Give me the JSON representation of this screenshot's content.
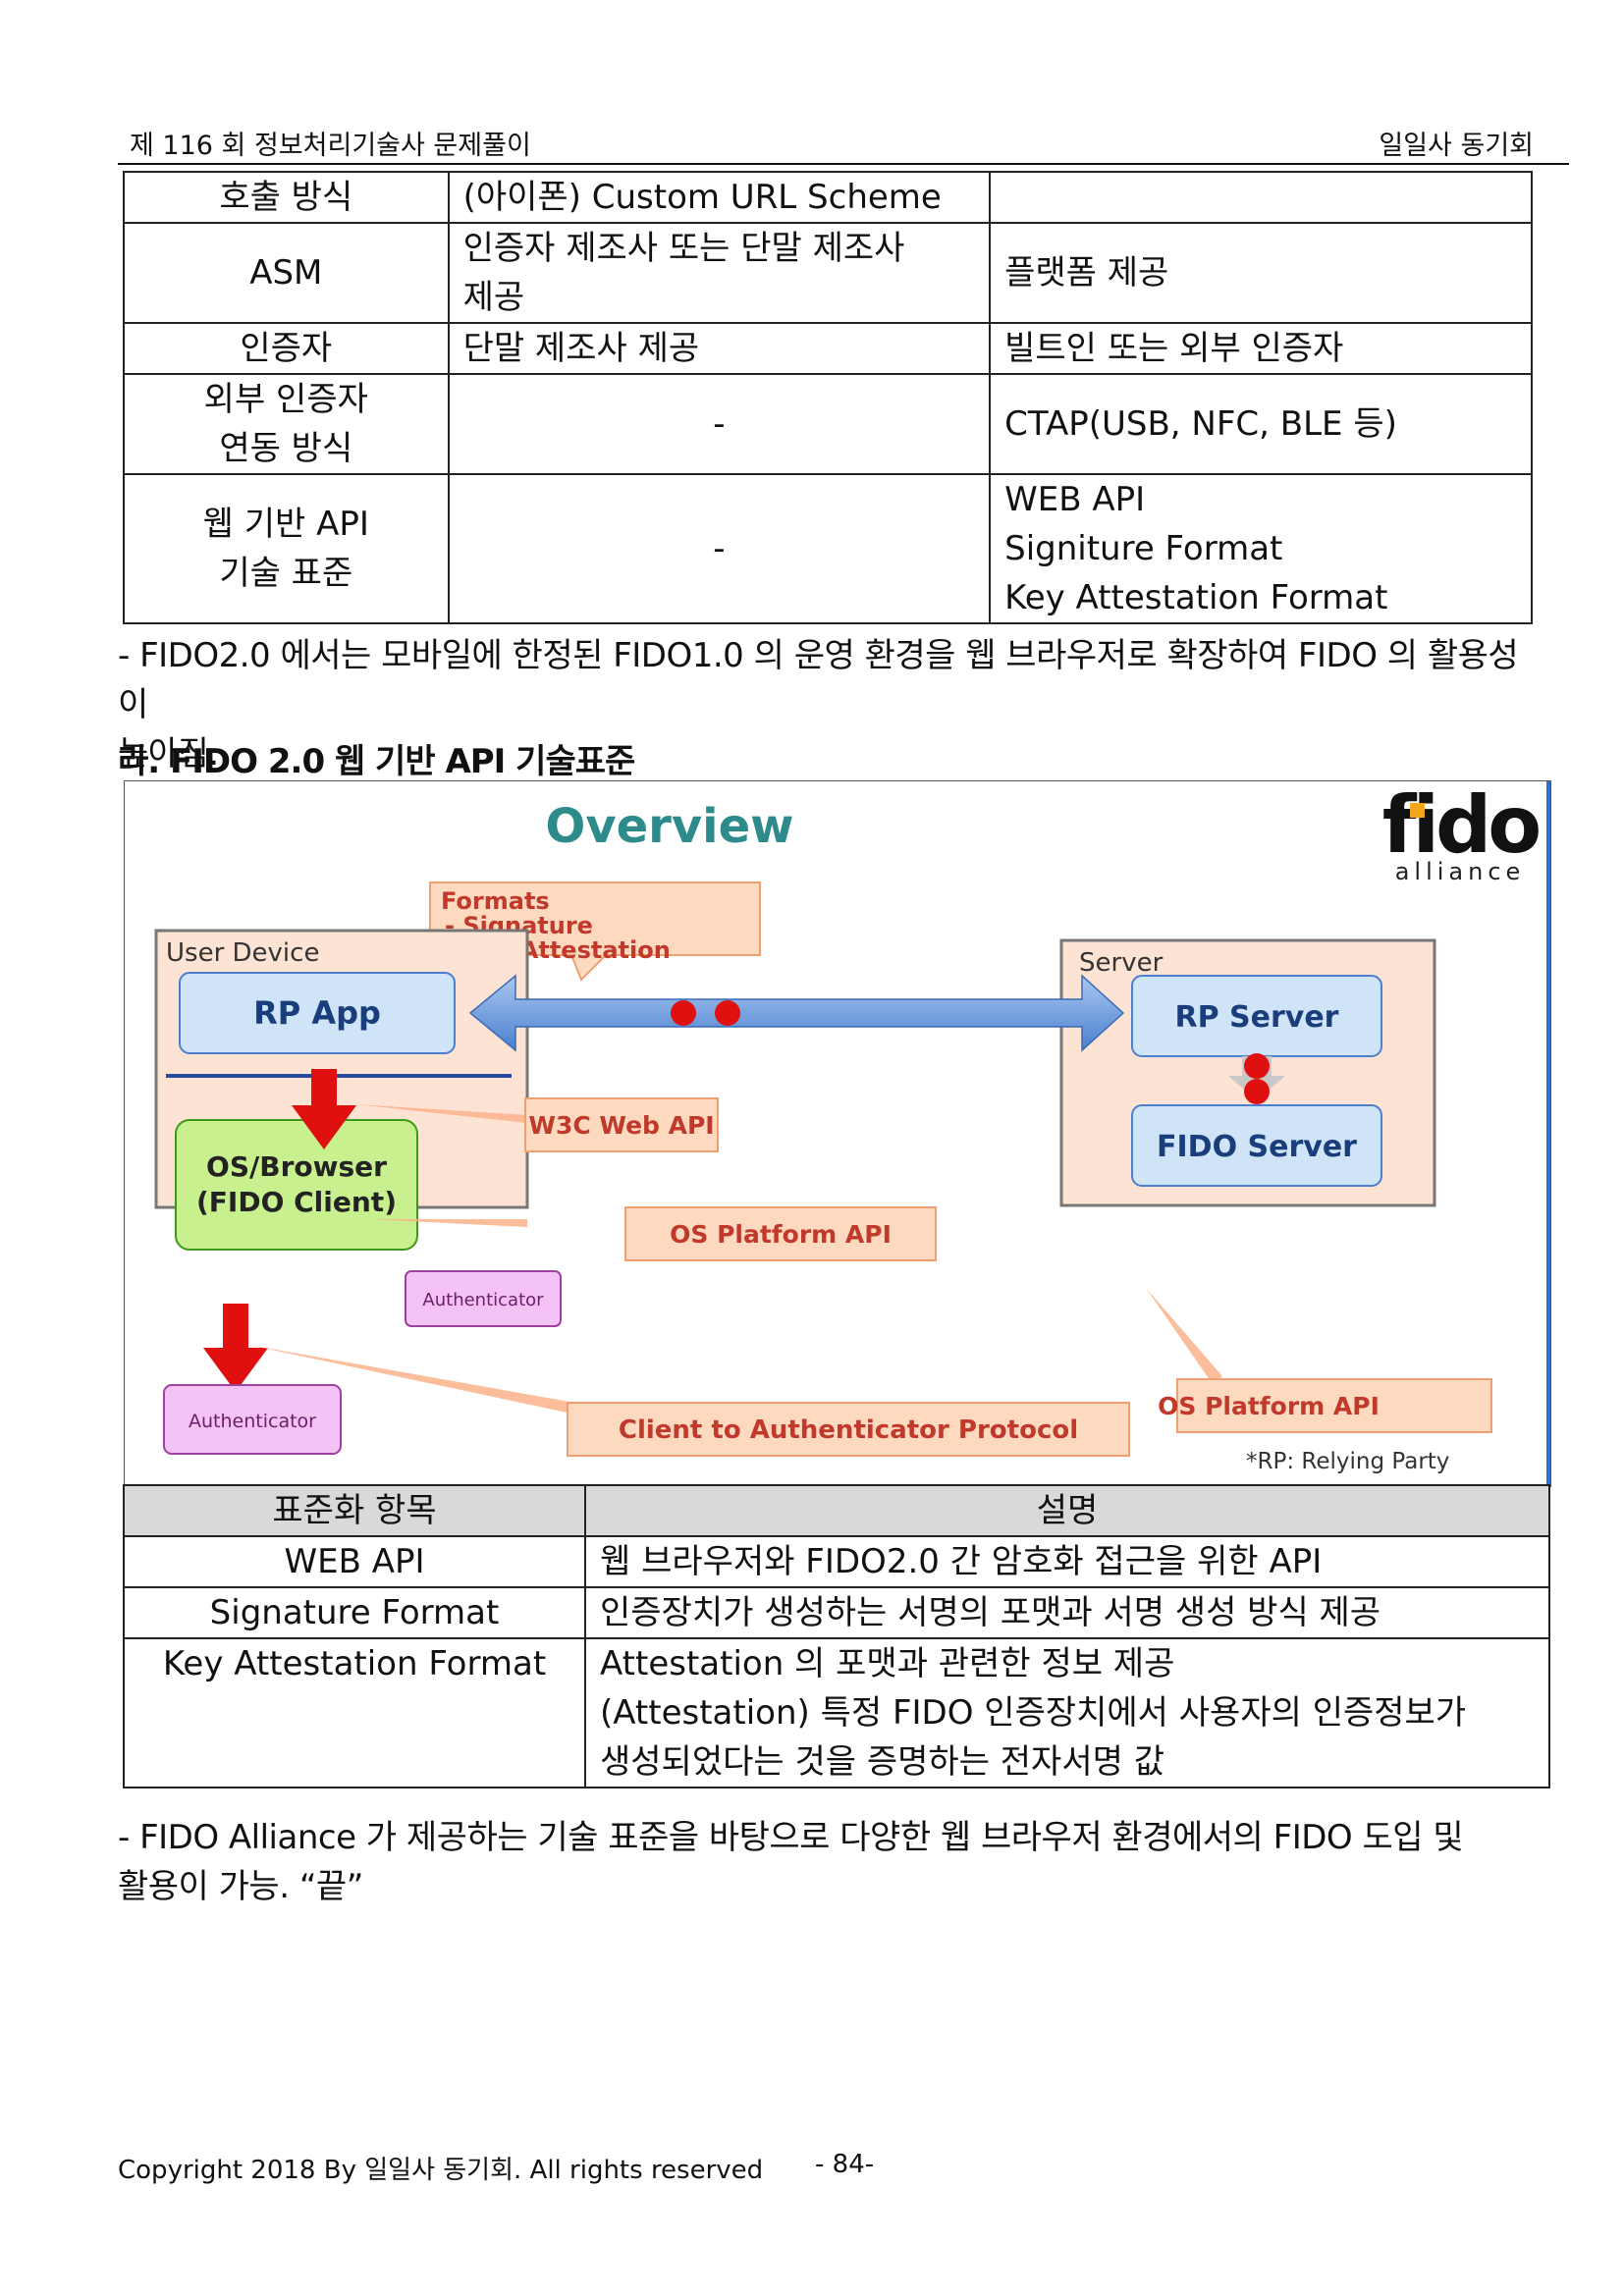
{
  "header": {
    "left": "제 116 회 정보처리기술사 문제풀이",
    "right": "일일사 동기회"
  },
  "table1": {
    "rows": [
      {
        "label": "호출 방식",
        "col2": "(아이폰) Custom URL Scheme",
        "col3": ""
      },
      {
        "label": "ASM",
        "col2": [
          "인증자 제조사 또는 단말 제조사",
          "제공"
        ],
        "col3": "플랫폼 제공"
      },
      {
        "label": "인증자",
        "col2": "단말 제조사 제공",
        "col3": "빌트인 또는 외부 인증자"
      },
      {
        "label": [
          "외부 인증자",
          "연동 방식"
        ],
        "col2": "-",
        "col3": "CTAP(USB, NFC, BLE 등)"
      },
      {
        "label": [
          "웹 기반 API",
          "기술 표준"
        ],
        "col2": "-",
        "col3": [
          "WEB API",
          "Signiture Format",
          "Key Attestation Format"
        ]
      }
    ]
  },
  "para1": [
    "- FIDO2.0 에서는 모바일에 한정된 FIDO1.0 의 운영 환경을 웹 브라우저로 확장하여 FIDO 의 활용성이",
    "높아짐."
  ],
  "heading": "라. FIDO 2.0 웹 기반 API 기술표준",
  "diagram": {
    "title": "Overview",
    "logo_main": "fido",
    "logo_sub": "alliance",
    "formats_callout": [
      "Formats",
      "- Signature",
      "- Key Attestation"
    ],
    "user_device": "User Device",
    "rp_app": "RP App",
    "os_browser": [
      "OS/Browser",
      "(FIDO Client)"
    ],
    "authenticator_inner": "Authenticator",
    "authenticator_outer": "Authenticator",
    "server": "Server",
    "rp_server": "RP Server",
    "fido_server": "FIDO Server",
    "w3c_web_api": "W3C Web API",
    "os_platform_api_1": "OS Platform API",
    "os_platform_api_2": "OS Platform API",
    "client_protocol": "Client to Authenticator Protocol",
    "rp_note": "*RP: Relying Party",
    "colors": {
      "title": "#2e8b8b",
      "box_fill": "#fde3d3",
      "callout_fill": "#fdd9bf",
      "callout_text": "#c0392b",
      "blue_box": "#cfe4f7",
      "blue_text": "#1a3d7c",
      "green_box": "#c9f08f",
      "pink_box": "#f5c2f5",
      "red": "#e01010",
      "arrow_blue": "#5b8fd6"
    }
  },
  "table2": {
    "headers": [
      "표준화 항목",
      "설명"
    ],
    "rows": [
      {
        "item": "WEB API",
        "desc": [
          "웹 브라우저와 FIDO2.0 간 암호화 접근을 위한 API"
        ]
      },
      {
        "item": "Signature Format",
        "desc": [
          "인증장치가 생성하는 서명의 포맷과 서명 생성 방식 제공"
        ]
      },
      {
        "item": "Key Attestation Format",
        "desc": [
          "Attestation 의 포맷과 관련한 정보 제공",
          "(Attestation) 특정 FIDO 인증장치에서 사용자의 인증정보가",
          "생성되었다는 것을 증명하는 전자서명 값"
        ]
      }
    ]
  },
  "para2": [
    "- FIDO Alliance 가 제공하는 기술 표준을 바탕으로 다양한 웹 브라우저 환경에서의 FIDO 도입 및",
    "활용이 가능. “끝”"
  ],
  "footer": {
    "copyright": "Copyright 2018 By 일일사 동기회. All rights reserved",
    "page": "- 84-"
  }
}
